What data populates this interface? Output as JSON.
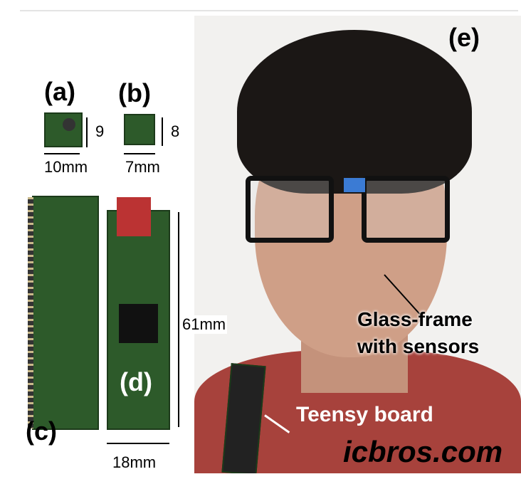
{
  "labels": {
    "a": "(a)",
    "b": "(b)",
    "c": "(c)",
    "d": "(d)",
    "e": "(e)",
    "dim_a_height": "9",
    "dim_a_width": "10mm",
    "dim_b_height": "8",
    "dim_b_width": "7mm",
    "dim_d_height": "61mm",
    "dim_d_width": "18mm",
    "glass_frame_line1": "Glass-frame",
    "glass_frame_line2": "with sensors",
    "teensy": "Teensy board"
  },
  "watermark": "icbros.com",
  "colors": {
    "board": "#2d5a2a",
    "shirt": "#a7423c",
    "tape": "#3b7bd4"
  }
}
